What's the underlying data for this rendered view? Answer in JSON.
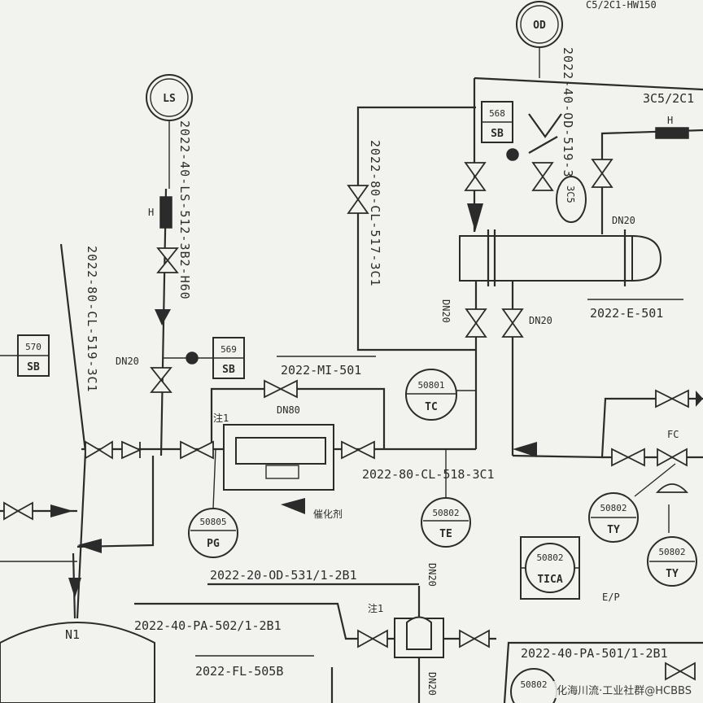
{
  "diagram": {
    "lines": {
      "ls_line": "2022-40-LS-512-3B2-H60",
      "cl_517": "2022-80-CL-517-3C1",
      "cl_519": "2022-80-CL-519-3C1",
      "cl_518": "2022-80-CL-518-3C1",
      "od_519": "2022-40-OD-519-3C5",
      "od_531": "2022-20-OD-531/1-2B1",
      "pa_502": "2022-40-PA-502/1-2B1",
      "pa_501": "2022-40-PA-501/1-2B1",
      "top_partial": "C5/2C1-HW150",
      "right_partial": "3C5/2C1"
    },
    "equipment": {
      "exchanger": "2022-E-501",
      "mixer": "2022-MI-501",
      "filter": "2022-FL-505B",
      "tank_nozzle": "N1"
    },
    "sizes": {
      "dn20": "DN20",
      "dn80": "DN80"
    },
    "annotations": {
      "note1": "注1",
      "note1_b": "注1",
      "to_unit": "催化剂",
      "fc": "FC",
      "ep": "E/P",
      "heat_h": "H",
      "cloud_tag": "3C5"
    },
    "instruments": {
      "ls": "LS",
      "od": "OD",
      "pg": {
        "code": "PG",
        "num": "50805"
      },
      "te": {
        "code": "TE",
        "num": "50802"
      },
      "tc": {
        "code": "TC",
        "num": "50801"
      },
      "tica": {
        "code": "TICA",
        "num": "50802"
      },
      "ty_a": {
        "code": "TY",
        "num": "50802"
      },
      "ty_b": {
        "code": "TY",
        "num": "50802"
      },
      "bottom_bubble": "50802"
    },
    "signals": {
      "sb_569": {
        "code": "SB",
        "num": "569"
      },
      "sb_570": {
        "code": "SB",
        "num": "570"
      },
      "sb_568": {
        "code": "SB",
        "num": "568"
      }
    }
  },
  "watermark": "化海川流·工业社群@HCBBS"
}
